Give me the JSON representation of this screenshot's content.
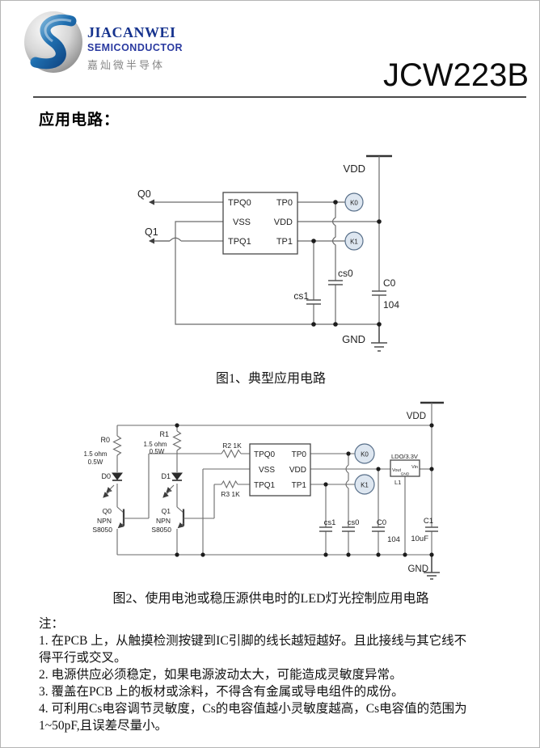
{
  "header": {
    "brand_name": "JIACANWEI",
    "brand_sub": "SEMICONDUCTOR",
    "brand_cn": "嘉灿微半导体",
    "part_number": "JCW223B"
  },
  "section_title": "应用电路：",
  "figure1": {
    "caption": "图1、典型应用电路",
    "ic_pins": {
      "tpq0": "TPQ0",
      "vss": "VSS",
      "tpq1": "TPQ1",
      "tp0": "TP0",
      "vdd": "VDD",
      "tp1": "TP1"
    },
    "net_labels": {
      "q0": "Q0",
      "q1": "Q1",
      "vdd": "VDD",
      "gnd": "GND"
    },
    "keys": {
      "k0": "K0",
      "k1": "K1"
    },
    "caps": {
      "cs0": "cs0",
      "cs1": "cs1",
      "c0": "C0",
      "c0_value": "104"
    }
  },
  "figure2": {
    "caption": "图2、使用电池或稳压源供电时的LED灯光控制应用电路",
    "ic_pins": {
      "tpq0": "TPQ0",
      "vss": "VSS",
      "tpq1": "TPQ1",
      "tp0": "TP0",
      "vdd": "VDD",
      "tp1": "TP1"
    },
    "net_labels": {
      "vdd": "VDD",
      "gnd": "GND"
    },
    "keys": {
      "k0": "K0",
      "k1": "K1"
    },
    "resistors": {
      "r0": "R0",
      "r0_value": "1.5 ohm",
      "r0_power": "0.5W",
      "r1": "R1",
      "r1_value": "1.5 ohm",
      "r1_power": "0.5W",
      "r2": "R2 1K",
      "r3": "R3 1K"
    },
    "leds": {
      "d0": "D0",
      "d1": "D1"
    },
    "transistors": {
      "q0": "Q0",
      "q0_type": "NPN",
      "q0_part": "S8050",
      "q1": "Q1",
      "q1_type": "NPN",
      "q1_part": "S8050"
    },
    "ldo": {
      "title": "LDO/3.3V",
      "vout": "Vout",
      "vin": "Vin",
      "gnd": "GND",
      "ref": "L1"
    },
    "caps": {
      "cs1": "cs1",
      "cs0": "cs0",
      "c0": "C0",
      "c0_value": "104",
      "c1": "C1",
      "c1_value": "10uF"
    }
  },
  "notes": {
    "title": "注：",
    "lines": [
      "1.  在PCB 上，从触摸检测按键到IC引脚的线长越短越好。且此接线与其它线不",
      "得平行或交叉。",
      "2.  电源供应必须稳定，如果电源波动太大，可能造成灵敏度异常。",
      "3.  覆盖在PCB 上的板材或涂料，不得含有金属或导电组件的成份。",
      "4.  可利用Cs电容调节灵敏度，Cs的电容值越小灵敏度越高，Cs电容值的范围为",
      "1~50pF,且误差尽量小。"
    ]
  }
}
